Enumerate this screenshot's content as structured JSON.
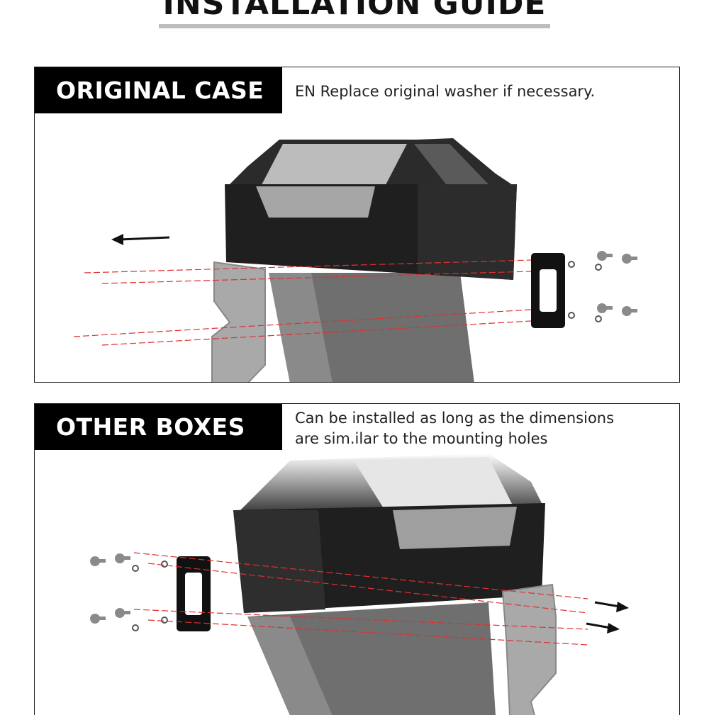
{
  "title": "INSTALLATION GUIDE",
  "sections": [
    {
      "label": "ORIGINAL CASE",
      "note_lines": [
        "EN Replace original washer if necessary."
      ]
    },
    {
      "label": "OTHER BOXES",
      "note_lines": [
        "Can be installed as long as the dimensions",
        "are sim.ilar to the mounting holes"
      ]
    }
  ],
  "colors": {
    "label_bg": "#000000",
    "guide_line": "#e03030",
    "box_body": "#222222",
    "box_top": "#b9b9b9",
    "bracket": "#a9a9a9",
    "pole": "#777777"
  }
}
